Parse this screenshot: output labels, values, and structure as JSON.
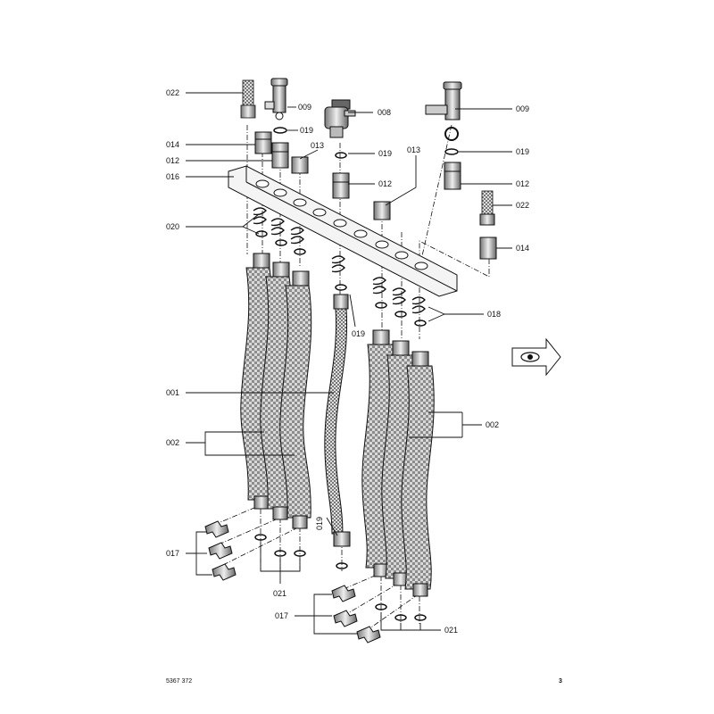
{
  "callouts": {
    "c022a": "022",
    "c009a": "009",
    "c019a": "019",
    "c008": "008",
    "c014a": "014",
    "c012a": "012",
    "c013a": "013",
    "c019b": "019",
    "c016": "016",
    "c012b": "012",
    "c013b": "013",
    "c019c": "019",
    "c009b": "009",
    "c012c": "012",
    "c022b": "022",
    "c020": "020",
    "c014b": "014",
    "c018": "018",
    "c019d": "019",
    "c001": "001",
    "c002a": "002",
    "c002b": "002",
    "c019e": "019",
    "c017a": "017",
    "c021a": "021",
    "c017b": "017",
    "c021b": "021"
  },
  "footer": {
    "doc_number": "5367 372",
    "page_number": "3"
  },
  "icons": {
    "view": "eye-arrow-icon"
  },
  "colors": {
    "line": "#111111",
    "hatch": "#9a9a9a",
    "paper": "#ffffff"
  }
}
